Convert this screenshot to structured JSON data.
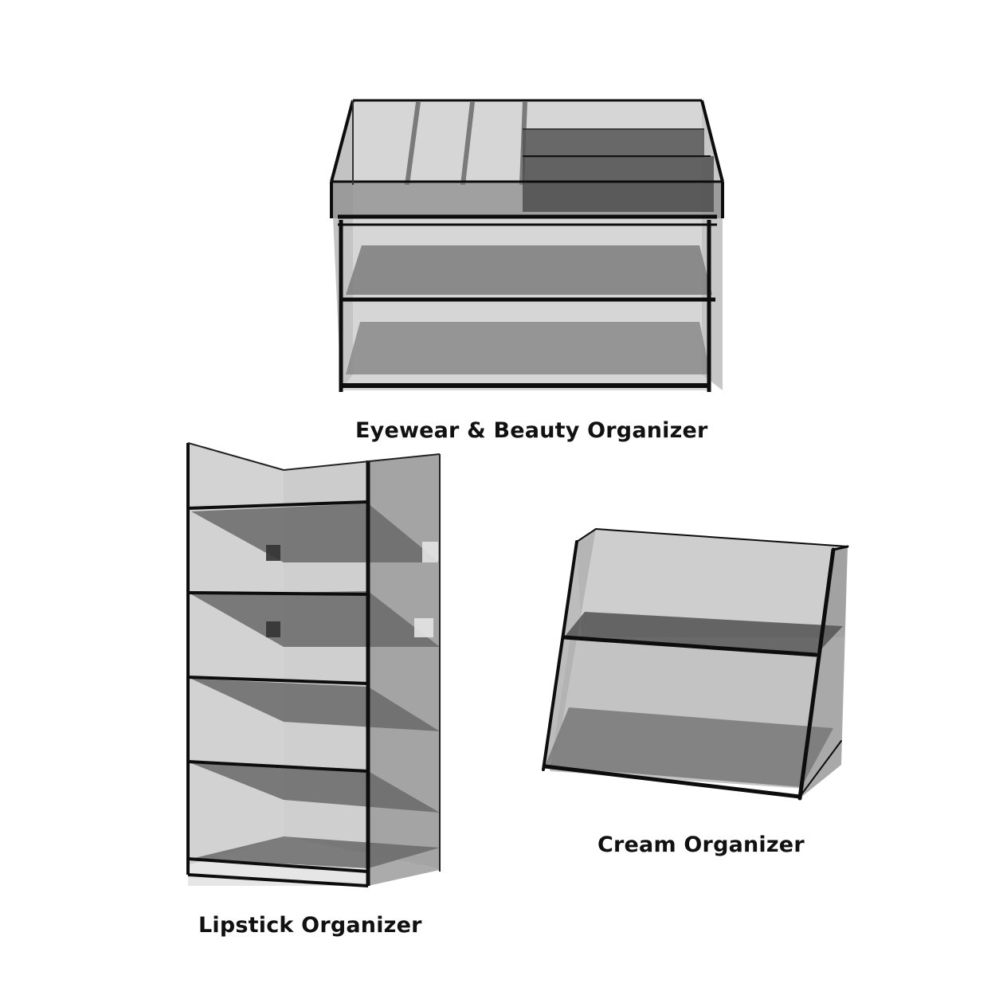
{
  "products": {
    "eyewear": {
      "label": "Eyewear & Beauty Organizer"
    },
    "lipstick": {
      "label": "Lipstick Organizer"
    },
    "cream": {
      "label": "Cream Organizer"
    }
  },
  "colors": {
    "background": "#ffffff",
    "acrylic_light": "#c9c9c9",
    "acrylic_mid": "#9a9a9a",
    "acrylic_dark": "#5a5a5a",
    "edge": "#0d0d0d"
  }
}
